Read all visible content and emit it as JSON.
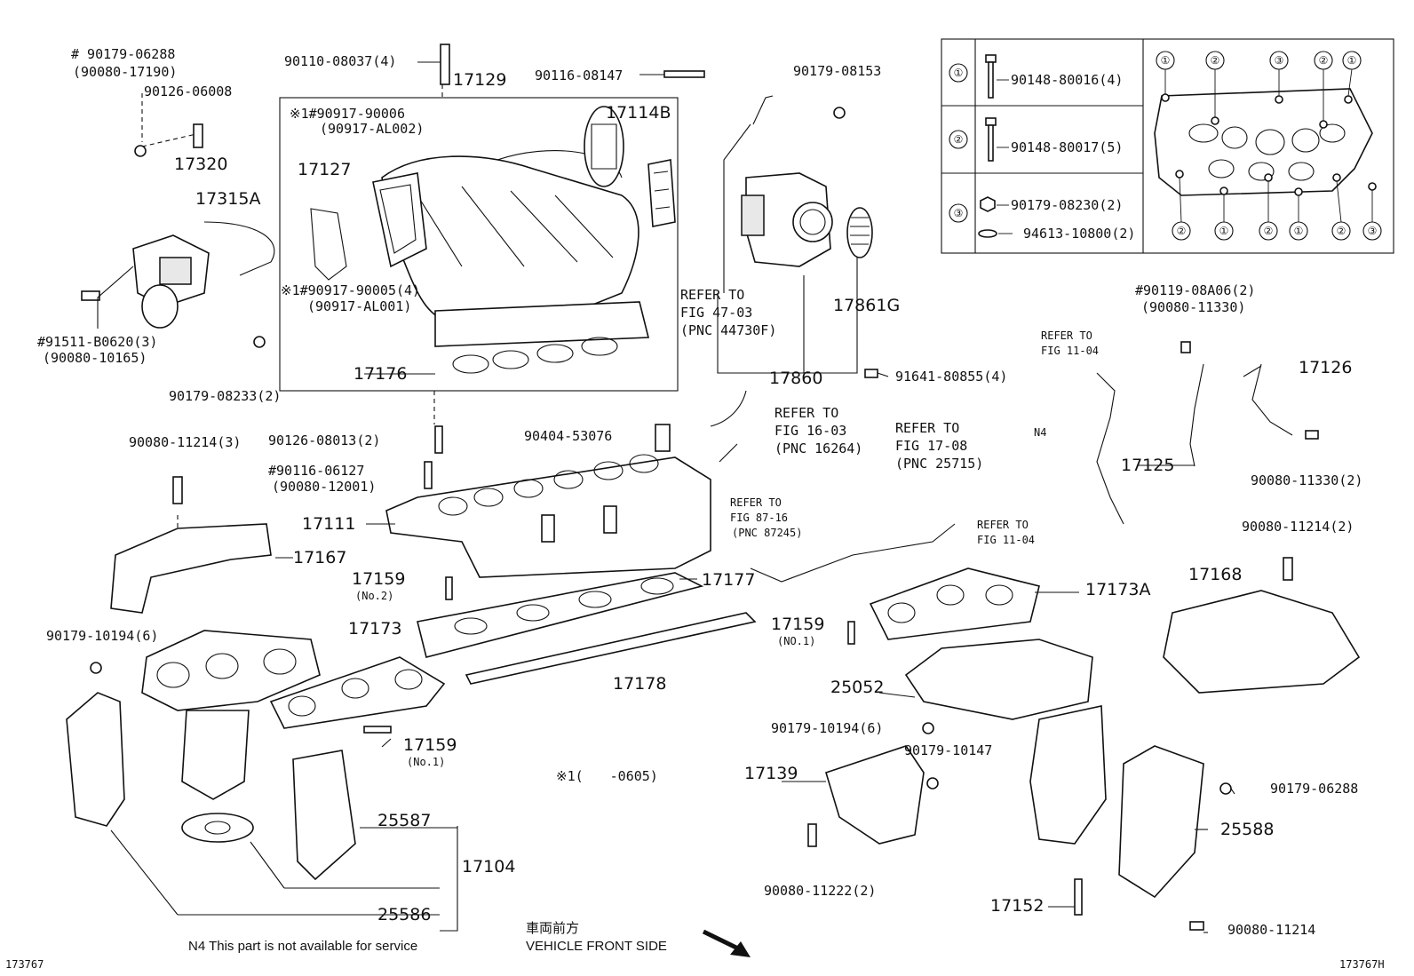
{
  "diagram": {
    "labels": {
      "p90179_06288_top": "# 90179-06288",
      "p90080_17190": "(90080-17190)",
      "p90126_06008": "90126-06008",
      "p90110_08037": "90110-08037(4)",
      "p17129": "17129",
      "p90116_08147": "90116-08147",
      "p90179_08153": "90179-08153",
      "p90917_90006": "※1#90917-90006",
      "p90917_AL002": "(90917-AL002)",
      "p17114B": "17114B",
      "p17127": "17127",
      "p17320": "17320",
      "p17315A": "17315A",
      "p90917_90005": "※1#90917-90005(4)",
      "p90917_AL001": "(90917-AL001)",
      "p91511": "#91511-B0620(3)",
      "p90080_10165": "(90080-10165)",
      "p17176": "17176",
      "p90179_08233": "90179-08233(2)",
      "refer_47_03a": "REFER TO",
      "refer_47_03b": "FIG 47-03",
      "refer_47_03c": "(PNC 44730F)",
      "p17861G": "17861G",
      "p17860": "17860",
      "p91641": "91641-80855(4)",
      "refer_16_03a": "REFER TO",
      "refer_16_03b": "FIG 16-03",
      "refer_16_03c": "(PNC 16264)",
      "refer_17_08a": "REFER TO",
      "refer_17_08b": "FIG 17-08",
      "refer_17_08c": "(PNC 25715)",
      "refer_11_04a_1": "REFER TO",
      "refer_11_04a_2": "FIG 11-04",
      "n4_label": "N4",
      "refer_11_04b_1": "REFER TO",
      "refer_11_04b_2": "FIG 11-04",
      "p90119": "#90119-08A06(2)",
      "p90080_11330_top": "(90080-11330)",
      "p17126": "17126",
      "p17125": "17125",
      "p90080_11330_2": "90080-11330(2)",
      "p90080_11214_3": "90080-11214(3)",
      "p90126_08013": "90126-08013(2)",
      "p90116_06127": "#90116-06127",
      "p90080_12001": "(90080-12001)",
      "p90404": "90404-53076",
      "refer_87_16a": "REFER TO",
      "refer_87_16b": "FIG 87-16",
      "refer_87_16c": "(PNC 87245)",
      "p17111": "17111",
      "p17167": "17167",
      "p17159_no2": "17159",
      "p17159_no2_sub": "(No.2)",
      "p17177": "17177",
      "p17173A": "17173A",
      "p17168": "17168",
      "p90080_11214_2": "90080-11214(2)",
      "p90179_10194_left": "90179-10194(6)",
      "p17173": "17173",
      "p17159_no1_mid": "17159",
      "p17159_no1_mid_sub": "(NO.1)",
      "p17178": "17178",
      "p25052": "25052",
      "p90179_10194_right": "90179-10194(6)",
      "p17159_no1_low": "17159",
      "p17159_no1_low_sub": "(No.1)",
      "p90179_10147": "90179-10147",
      "p17139": "17139",
      "note_1": "※1(　　-0605)",
      "p90179_06288_right": "90179-06288",
      "p25587": "25587",
      "p17104": "17104",
      "p25586": "25586",
      "p25588": "25588",
      "p90080_11222": "90080-11222(2)",
      "p17152": "17152",
      "p90080_11214_low": "90080-11214",
      "footer_n4": "N4  This part is not available for service",
      "footer_jp": "車両前方",
      "footer_front": "VEHICLE FRONT SIDE",
      "id_left": "173767",
      "id_right": "173767H"
    },
    "legend": {
      "rows": [
        {
          "key": "①",
          "text": "90148-80016(4)"
        },
        {
          "key": "②",
          "text": "90148-80017(5)"
        },
        {
          "key": "③",
          "text": "90179-08230(2)"
        },
        {
          "key": "",
          "text": "94613-10800(2)"
        }
      ],
      "callouts_top": [
        "①",
        "②",
        "③",
        "②",
        "①"
      ],
      "callouts_bottom": [
        "②",
        "①",
        "②",
        "①",
        "②",
        "③"
      ]
    }
  }
}
